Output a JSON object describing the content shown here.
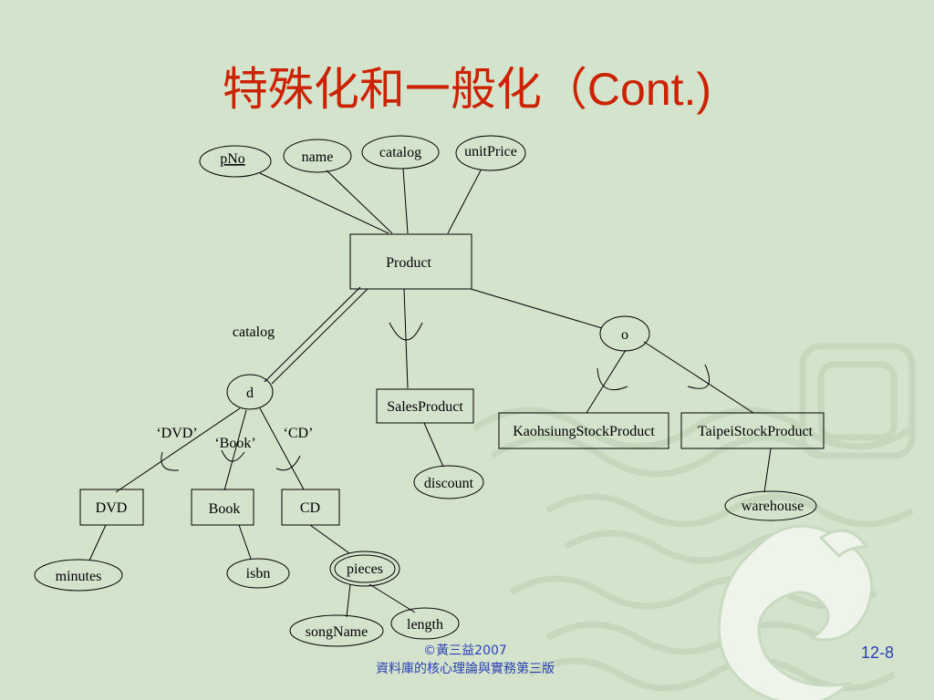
{
  "title": {
    "cjk": "特殊化和一般化（",
    "latin": "Cont.)"
  },
  "entities": {
    "product": "Product",
    "sales_product": "SalesProduct",
    "kaohsiung_stock_product": "KaohsiungStockProduct",
    "taipei_stock_product": "TaipeiStockProduct",
    "dvd": "DVD",
    "book": "Book",
    "cd": "CD"
  },
  "attributes": {
    "pno": "pNo",
    "name": "name",
    "catalog": "catalog",
    "unit_price": "unitPrice",
    "discount": "discount",
    "warehouse": "warehouse",
    "minutes": "minutes",
    "isbn": "isbn",
    "pieces": "pieces",
    "song_name": "songName",
    "length": "length"
  },
  "specialization": {
    "disjoint_symbol": "d",
    "overlap_symbol": "o",
    "discriminator": "catalog",
    "dvd_value": "‘DVD’",
    "book_value": "‘Book’",
    "cd_value": "‘CD’"
  },
  "footer": {
    "copyright": "©黃三益2007",
    "book_title": "資料庫的核心理論與實務第三版",
    "page": "12-8"
  }
}
